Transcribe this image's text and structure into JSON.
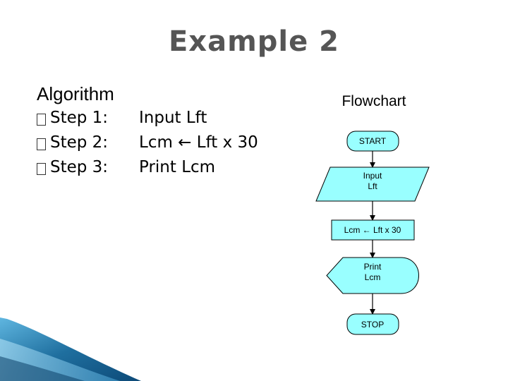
{
  "slide": {
    "title": "Example 2"
  },
  "algorithm": {
    "heading": "Algorithm",
    "steps": [
      {
        "number": "Step 1:",
        "text": "Input Lft"
      },
      {
        "number": "Step 2:",
        "text": "Lcm ← Lft x 30"
      },
      {
        "number": "Step 3:",
        "text": "Print Lcm"
      }
    ]
  },
  "flowchart": {
    "heading": "Flowchart",
    "start": "START",
    "input_line1": "Input",
    "input_line2": "Lft",
    "process": "Lcm ← Lft x 30",
    "print_line1": "Print",
    "print_line2": "Lcm",
    "stop": "STOP",
    "fill_color": "#99ffff"
  },
  "theme": {
    "accent": "#1f6f9f"
  }
}
